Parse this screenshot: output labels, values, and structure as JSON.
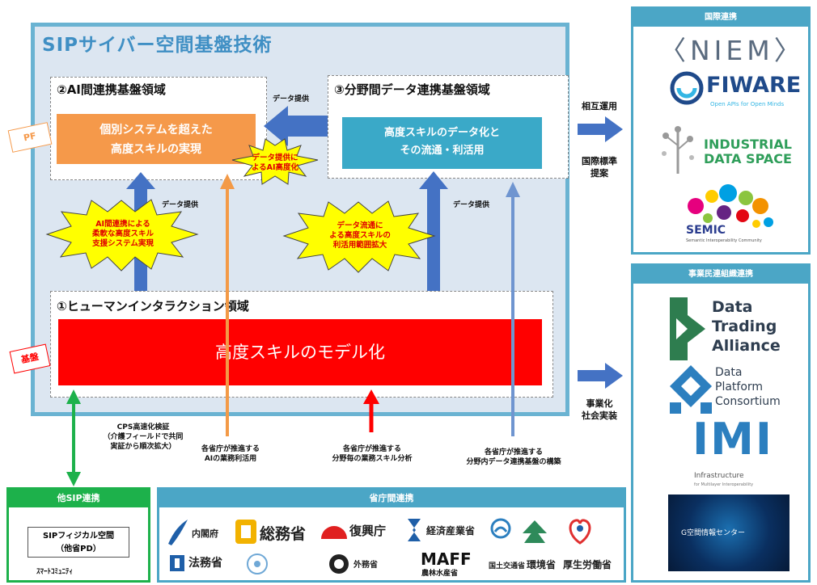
{
  "sip": {
    "title": "SIPサイバー空間基盤技術",
    "box2_title": "②AI間連携基盤領域",
    "box2_content_line1": "個別システムを超えた",
    "box2_content_line2": "高度スキルの実現",
    "box3_title": "③分野間データ連携基盤領域",
    "box3_content_line1": "高度スキルのデータ化と",
    "box3_content_line2": "その流通・利活用",
    "box1_title": "①ヒューマンインタラクション領域",
    "box1_content": "高度スキルのモデル化",
    "label_data_provide_top": "データ提供",
    "label_data_provide_left": "データ提供",
    "label_data_provide_right": "データ提供",
    "star_center_line1": "データ提供に",
    "star_center_line2": "よるAI高度化",
    "star_left_line1": "AI間連携による",
    "star_left_line2": "柔軟な高度スキル",
    "star_left_line3": "支援システム実現",
    "star_right_line1": "データ流通に",
    "star_right_line2": "よる高度スキルの",
    "star_right_line3": "利活用範囲拡大",
    "tag_pf": "PF",
    "tag_base": "基盤"
  },
  "side": {
    "mutual_use": "相互運用",
    "intl_standard_line1": "国際標準",
    "intl_standard_line2": "提案",
    "commercial_line1": "事業化",
    "commercial_line2": "社会実装"
  },
  "notes": {
    "cps_line1": "CPS高速化検証",
    "cps_line2": "（介護フィールドで共同",
    "cps_line3": "実証から順次拡大）",
    "agency_ai_line1": "各省庁が推進する",
    "agency_ai_line2": "AIの業務利活用",
    "agency_skill_line1": "各省庁が推進する",
    "agency_skill_line2": "分野毎の業務スキル分析",
    "agency_data_line1": "各省庁が推進する",
    "agency_data_line2": "分野内データ連携基盤の構築"
  },
  "right_top": {
    "header": "国際連携",
    "niem": "〈NIEM〉",
    "fiware": "FIWARE",
    "fiware_sub": "Open APIs for Open Minds",
    "ids_line1": "INDUSTRIAL",
    "ids_line2": "DATA SPACE",
    "semic": "SEMIC",
    "semic_sub": "Semantic Interoperability Community"
  },
  "right_bottom": {
    "header": "事業民連組織連携",
    "dta_line1": "Data",
    "dta_line2": "Trading",
    "dta_line3": "Alliance",
    "dpc_line1": "Data",
    "dpc_line2": "Platform",
    "dpc_line3": "Consortium",
    "imi": "IMI",
    "imi_sub": "Infrastructure",
    "imi_sub2": "for Multilayer Interoperability",
    "geo": "G空間情報センター"
  },
  "bottom_left": {
    "header": "他SIP連携",
    "box_line1": "SIPフィジカル空間",
    "box_line2": "（他省PD）",
    "footer": "ｽﾏｰﾄｺﾐｭﾆﾃｨ"
  },
  "bottom_right": {
    "header": "省庁間連携",
    "m1": "内閣府",
    "m2": "総務省",
    "m3": "復興庁",
    "m4": "経済産業省",
    "m5": "法務省",
    "m6": "外務省",
    "m7": "MAFF",
    "m7_sub": "農林水産省",
    "m8": "国土交通省",
    "m9": "環境省",
    "m10": "厚生労働省"
  },
  "colors": {
    "sip_border": "#6ab3d2",
    "orange": "#f5994a",
    "teal": "#3aa9c8",
    "red": "#ff0000",
    "green": "#1db14b",
    "blue_arrow": "#4472c4"
  }
}
